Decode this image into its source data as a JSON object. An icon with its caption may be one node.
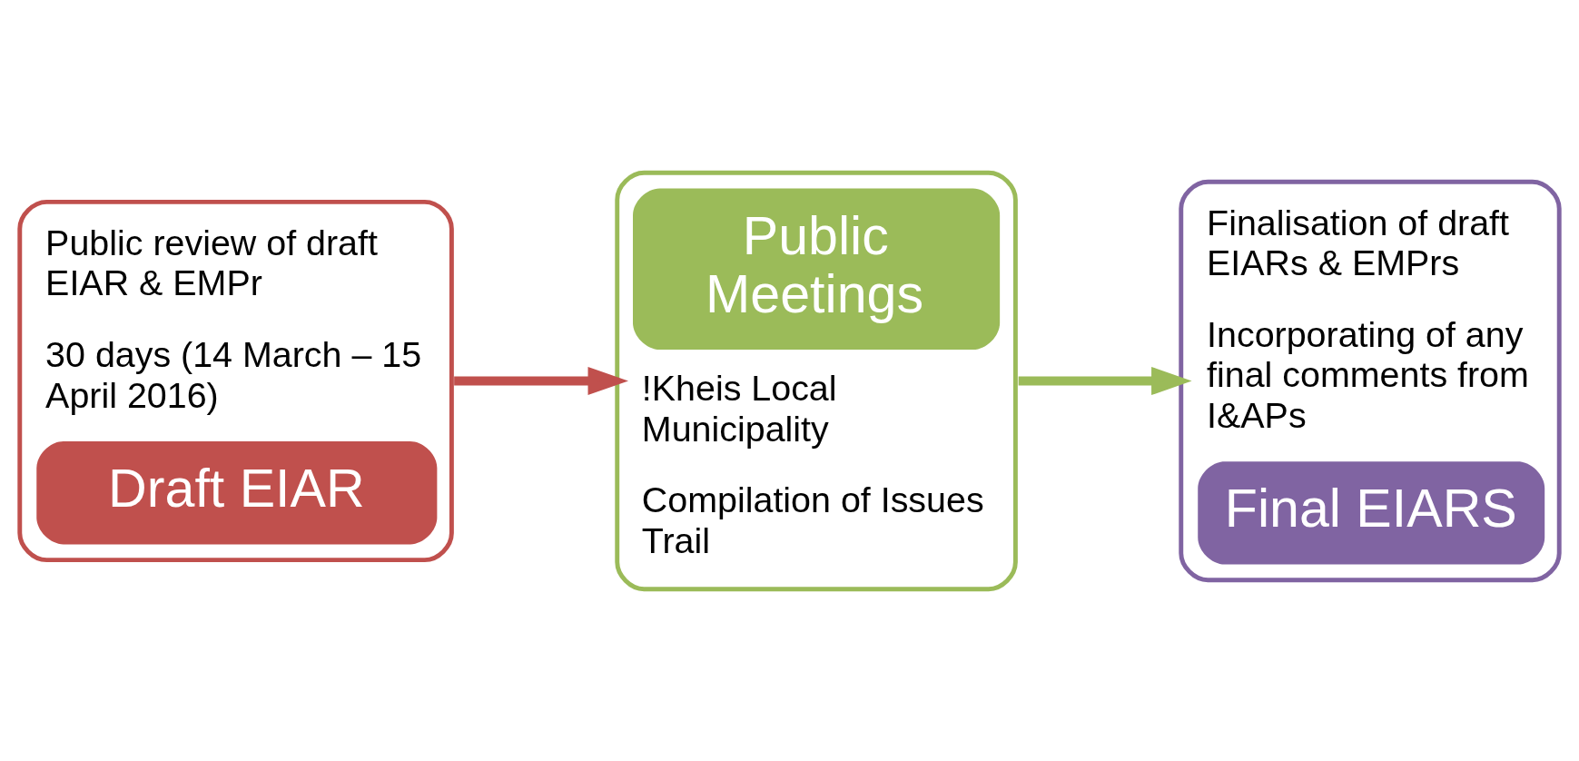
{
  "diagram": {
    "nodes": [
      {
        "text": [
          "Public review of draft EIAR & EMPr",
          "30 days (14 March – 15 April 2016)",
          "Draft EIAR"
        ]
      },
      {
        "text": [
          "Public Meetings",
          "!Kheis Local Municipality",
          "Compilation of Issues Trail"
        ]
      },
      {
        "text": [
          "Finalisation of draft EIARs & EMPrs",
          "Incorporating of any final comments from I&APs",
          "Final EIARS"
        ]
      }
    ],
    "edges": [
      {
        "from": 0,
        "to": 1,
        "arrow": "to",
        "color": "#c0504d"
      },
      {
        "from": 1,
        "to": 2,
        "arrow": "to",
        "color": "#9bbb59"
      }
    ]
  }
}
